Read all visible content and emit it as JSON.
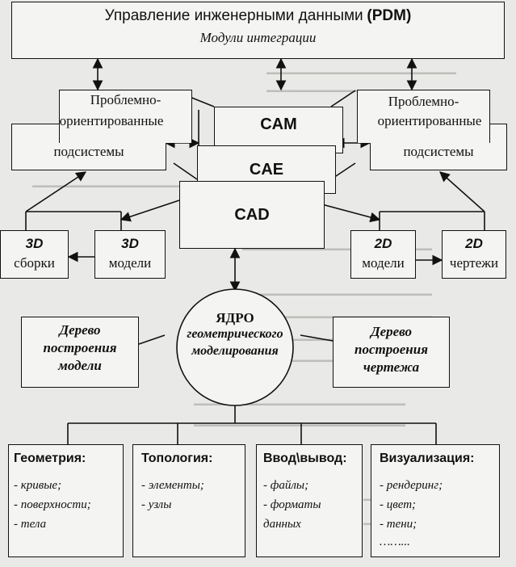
{
  "header": {
    "title_text": "Управление инженерными данными",
    "title_abbr": "(PDM)",
    "subtitle": "Модули интеграции"
  },
  "left_subsystem": {
    "line1": "Проблемно-",
    "line2": "ориентированные",
    "line3": "подсистемы"
  },
  "right_subsystem": {
    "line1": "Проблемно-",
    "line2": "ориентированные",
    "line3": "подсистемы"
  },
  "stack": {
    "cam": "CAM",
    "cae": "CAE",
    "cad": "CAD"
  },
  "left_3d": {
    "assembly": {
      "top": "3D",
      "bottom": "сборки"
    },
    "model": {
      "top": "3D",
      "bottom": "модели"
    }
  },
  "right_2d": {
    "model": {
      "top": "2D",
      "bottom": "модели"
    },
    "drawing": {
      "top": "2D",
      "bottom": "чертежи"
    }
  },
  "core": {
    "line1": "ЯДРО",
    "line2": "геометрического",
    "line3": "моделирования"
  },
  "tree_model": {
    "line1": "Дерево",
    "line2": "построения",
    "line3": "модели"
  },
  "tree_drawing": {
    "line1": "Дерево",
    "line2": "построения",
    "line3": "чертежа"
  },
  "bottom": {
    "geometry": {
      "title": "Геометрия:",
      "items": [
        "- кривые;",
        "- поверхности;",
        "- тела"
      ]
    },
    "topology": {
      "title": "Топология:",
      "items": [
        "- элементы;",
        "- узлы"
      ]
    },
    "io": {
      "title": "Ввод\\вывод:",
      "items": [
        "- файлы;",
        "- форматы",
        "данных"
      ]
    },
    "visual": {
      "title": "Визуализация:",
      "items": [
        "- рендеринг;",
        "- цвет;",
        "- тени;",
        "……..."
      ]
    }
  }
}
